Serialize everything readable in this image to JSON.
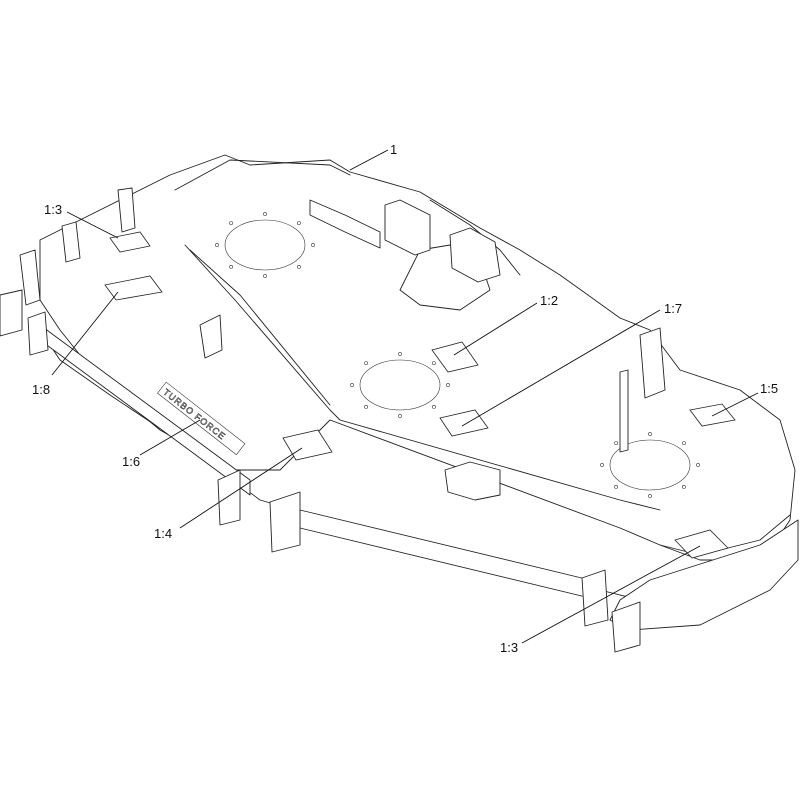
{
  "callouts": {
    "c1": "1",
    "c1_3_top": "1:3",
    "c1_8": "1:8",
    "c1_2": "1:2",
    "c1_7": "1:7",
    "c1_5": "1:5",
    "c1_6": "1:6",
    "c1_4": "1:4",
    "c1_3_bottom": "1:3"
  },
  "embossed_logo": "TURBO FORCE"
}
